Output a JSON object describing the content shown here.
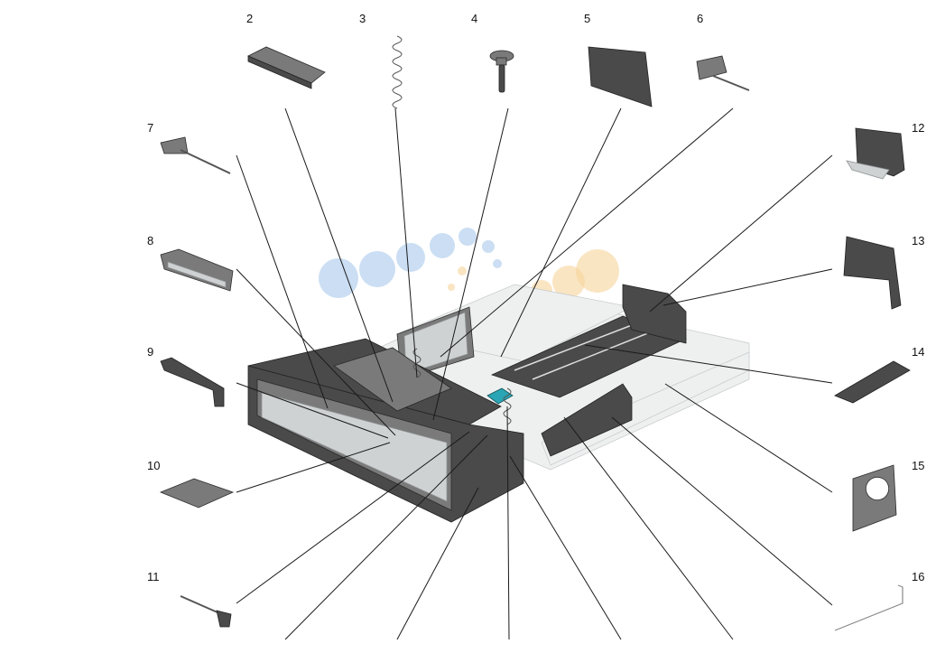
{
  "diagram": {
    "callouts": [
      "2",
      "3",
      "4",
      "5",
      "6",
      "7",
      "8",
      "9",
      "10",
      "11",
      "12",
      "13",
      "14",
      "15",
      "16"
    ],
    "watermark_text": "",
    "colors": {
      "part_dark": "#4a4a4a",
      "part_light": "#cfd2d3",
      "accent_teal": "#2aa5b5",
      "watermark_blue": "#b9d3ef",
      "watermark_orange": "#f7d49a"
    }
  }
}
